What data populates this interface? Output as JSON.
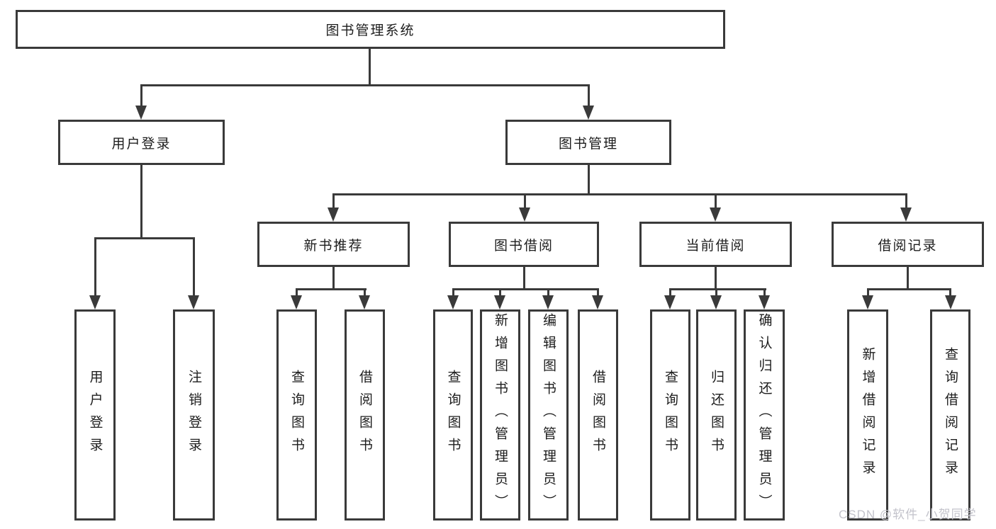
{
  "tree": {
    "root": {
      "label": "图书管理系统"
    },
    "level2": [
      {
        "label": "用户登录",
        "children": [
          {
            "label": "用户登录"
          },
          {
            "label": "注销登录"
          }
        ]
      },
      {
        "label": "图书管理",
        "children": [
          {
            "label": "新书推荐",
            "children": [
              {
                "label": "查询图书"
              },
              {
                "label": "借阅图书"
              }
            ]
          },
          {
            "label": "图书借阅",
            "children": [
              {
                "label": "查询图书"
              },
              {
                "label": "新增图书（管理员）"
              },
              {
                "label": "编辑图书（管理员）"
              },
              {
                "label": "借阅图书"
              }
            ]
          },
          {
            "label": "当前借阅",
            "children": [
              {
                "label": "查询图书"
              },
              {
                "label": "归还图书"
              },
              {
                "label": "确认归还（管理员）"
              }
            ]
          },
          {
            "label": "借阅记录",
            "children": [
              {
                "label": "新增借阅记录"
              },
              {
                "label": "查询借阅记录"
              }
            ]
          }
        ]
      }
    ]
  },
  "watermark": {
    "text": "CSDN @软件_小贺同学"
  },
  "colors": {
    "line": "#3a3a3a",
    "text": "#1d1d1d",
    "watermark": "#c3c3cb",
    "background": "#ffffff"
  }
}
